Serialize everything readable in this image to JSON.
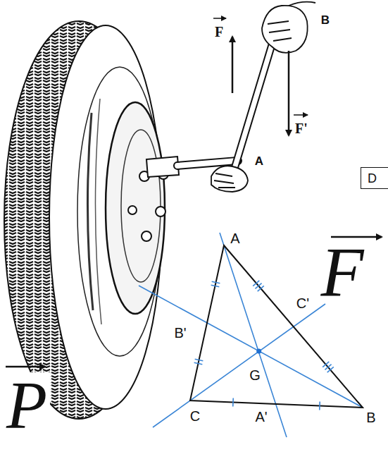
{
  "diagram": {
    "nodes": [
      {
        "text": [
          "D"
        ]
      }
    ],
    "labels": [
      "F",
      "B",
      "F'",
      "A",
      "A",
      "C'",
      "B'",
      "G",
      "C",
      "A'",
      "B",
      "F",
      "P"
    ]
  }
}
